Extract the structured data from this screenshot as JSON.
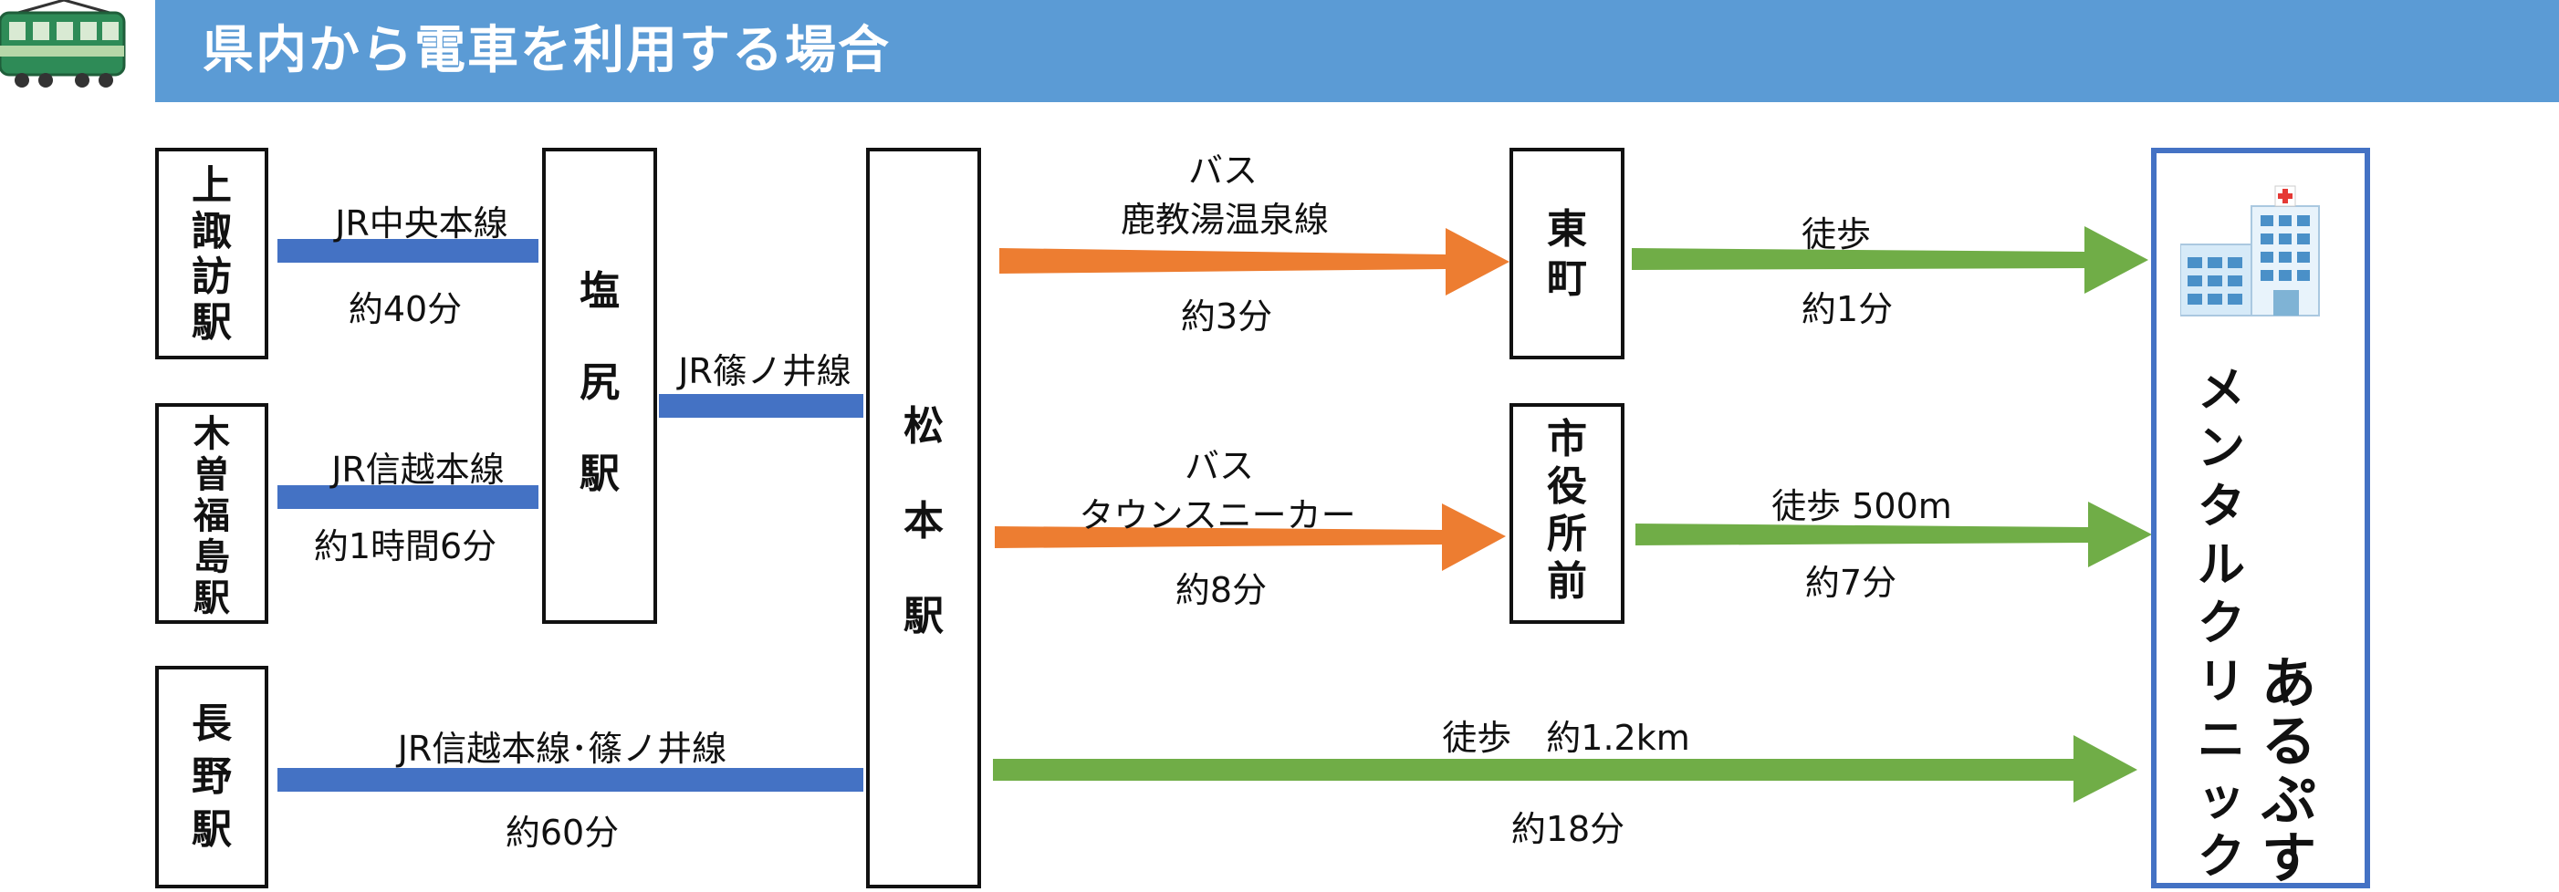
{
  "header": {
    "title": "県内から電車を利用する場合"
  },
  "stations": {
    "kamisuwa": [
      "上",
      "諏",
      "訪",
      "駅"
    ],
    "kisofukushima": [
      "木",
      "曽",
      "福",
      "島",
      "駅"
    ],
    "nagano": [
      "長",
      "野",
      "駅"
    ],
    "shiojiri": [
      "塩",
      "尻",
      "駅"
    ],
    "matsumoto": [
      "松",
      "本",
      "駅"
    ],
    "higashimachi": [
      "東",
      "町"
    ],
    "shiyakusho": [
      "市",
      "役",
      "所",
      "前"
    ]
  },
  "routes": {
    "chuo_line": "JR中央本線",
    "chuo_time": "約40分",
    "shinetsu_line": "JR信越本線",
    "shinetsu_time": "約1時間6分",
    "shinonoi_line": "JR篠ノ井線",
    "nagano_line": "JR信越本線･篠ノ井線",
    "nagano_time": "約60分",
    "bus1_label": "バス",
    "bus1_name": "鹿教湯温泉線",
    "bus1_time": "約3分",
    "bus2_label": "バス",
    "bus2_name": "タウンスニーカー",
    "bus2_time": "約8分",
    "walk1_label": "徒歩",
    "walk1_time": "約1分",
    "walk2_label": "徒歩 500m",
    "walk2_time": "約7分",
    "walk3_label": "徒歩　約1.2km",
    "walk3_time": "約18分"
  },
  "clinic": {
    "name_col1": [
      "あ",
      "る",
      "ぷ",
      "す"
    ],
    "name_col2": [
      "メ",
      "ン",
      "タ",
      "ル",
      "ク",
      "リ",
      "ニ",
      "ッ",
      "ク"
    ]
  },
  "colors": {
    "header": "#5b9bd5",
    "rail_line": "#4472c4",
    "bus_arrow": "#ed7d31",
    "walk_arrow": "#70ad47",
    "clinic_border": "#4472c4"
  },
  "icons": [
    "train-icon",
    "hospital-icon"
  ]
}
